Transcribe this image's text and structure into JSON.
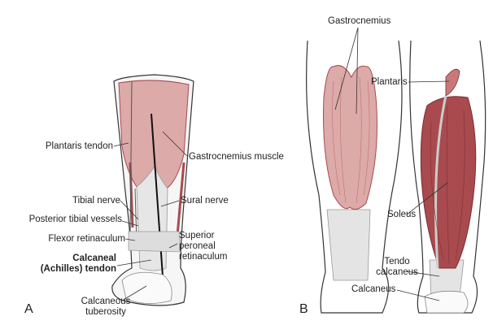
{
  "panel_a": {
    "letter": "A",
    "labels": {
      "plantaris_tendon": "Plantaris tendon",
      "gastrocnemius_muscle": "Gastrocnemius muscle",
      "tibial_nerve": "Tibial nerve",
      "sural_nerve": "Sural nerve",
      "posterior_tibial_vessels": "Posterior tibial vessels",
      "flexor_retinaculum": "Flexor retinaculum",
      "superior_peroneal_line1": "Superior",
      "superior_peroneal_line2": "peroneal",
      "superior_peroneal_line3": "retinaculum",
      "calcaneal_line1": "Calcaneal",
      "calcaneal_line2": "(Achilles) tendon",
      "tuberosity_line1": "Calcaneous",
      "tuberosity_line2": "tuberosity"
    }
  },
  "panel_b": {
    "letter": "B",
    "labels": {
      "gastrocnemius": "Gastrocnemius",
      "plantaris": "Plantaris",
      "soleus": "Soleus",
      "tendo_line1": "Tendo",
      "tendo_line2": "calcaneus",
      "calcaneus": "Calcaneus"
    }
  },
  "colors": {
    "muscle_light": "#dcaaa8",
    "muscle_dark": "#a84a4e",
    "tendon": "#e8e8e8",
    "outline": "#333333"
  }
}
